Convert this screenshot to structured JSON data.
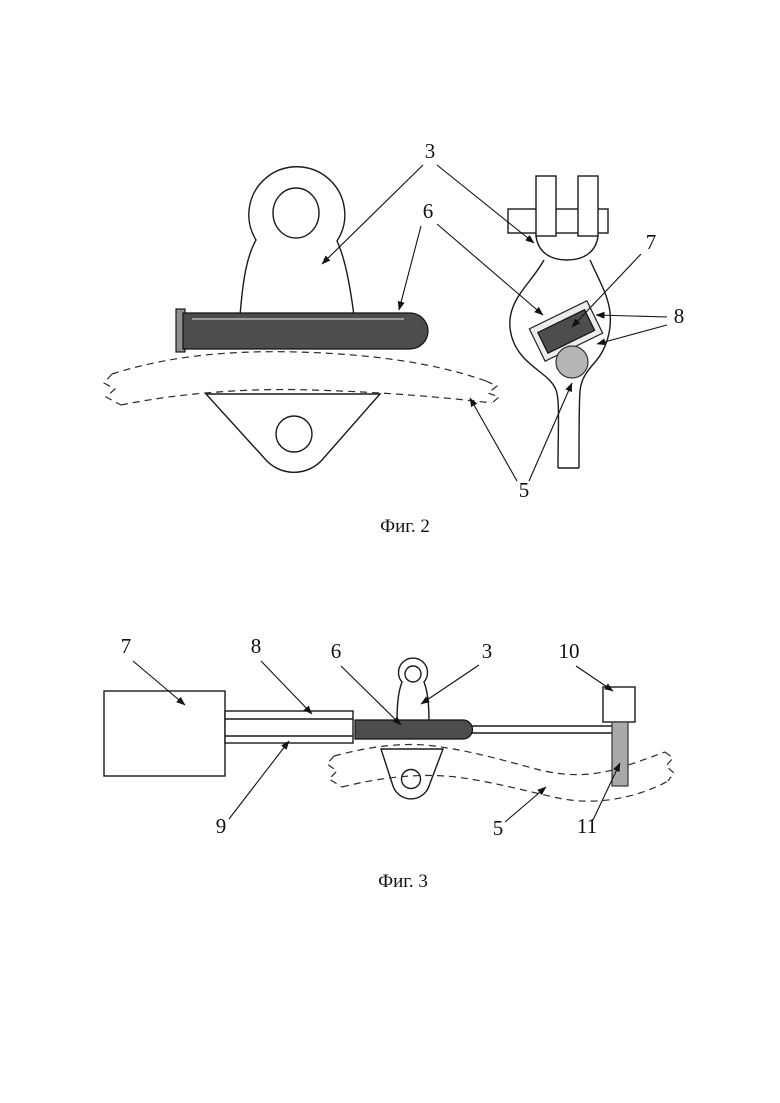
{
  "sheet": {
    "background": "#ffffff"
  },
  "figures": [
    {
      "caption": "Фиг. 2",
      "labels": {
        "3": "3",
        "5": "5",
        "6": "6",
        "7": "7",
        "8": "8"
      }
    },
    {
      "caption": "Фиг. 3",
      "labels": {
        "3": "3",
        "5": "5",
        "6": "6",
        "7": "7",
        "8": "8",
        "9": "9",
        "10": "10",
        "11": "11"
      }
    }
  ],
  "colors": {
    "background": "#ffffff",
    "line": "#1a1a1a",
    "pin_fill": "#4d4d4d",
    "pin_cap": "#8f8f8f",
    "keeper_plate": "#ececec",
    "roller_fill": "#b5b5b5",
    "strip_fill": "#a9a9a9"
  }
}
